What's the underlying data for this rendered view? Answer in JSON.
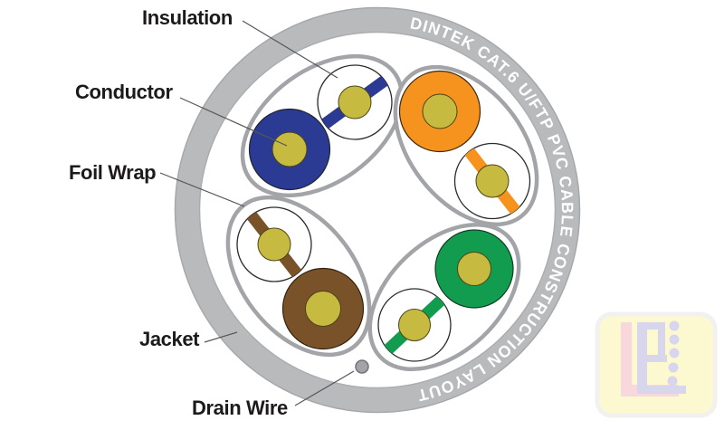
{
  "ring": {
    "curved_text": "DINTEK CAT.6 U/FTP PVC CABLE CONSTRUCTION LAYOUT",
    "jacket_color": "#b8babc",
    "text_color": "#ffffff"
  },
  "labels": {
    "insulation": "Insulation",
    "conductor": "Conductor",
    "foil_wrap": "Foil Wrap",
    "jacket": "Jacket",
    "drain_wire": "Drain Wire"
  },
  "conductor_color": "#c6ba41",
  "drain_wire_color": "#a2a4a7",
  "foil_outline_color": "#a2a4a7",
  "pairs": [
    {
      "name": "blue",
      "color": "#2b3a93"
    },
    {
      "name": "orange",
      "color": "#f6921e"
    },
    {
      "name": "brown",
      "color": "#7a5229"
    },
    {
      "name": "green",
      "color": "#129c4f"
    }
  ],
  "watermark": {
    "bg_color": "#fbf5ac",
    "b_color": "#b8b5e0",
    "l_color": "#f4b9c1"
  }
}
